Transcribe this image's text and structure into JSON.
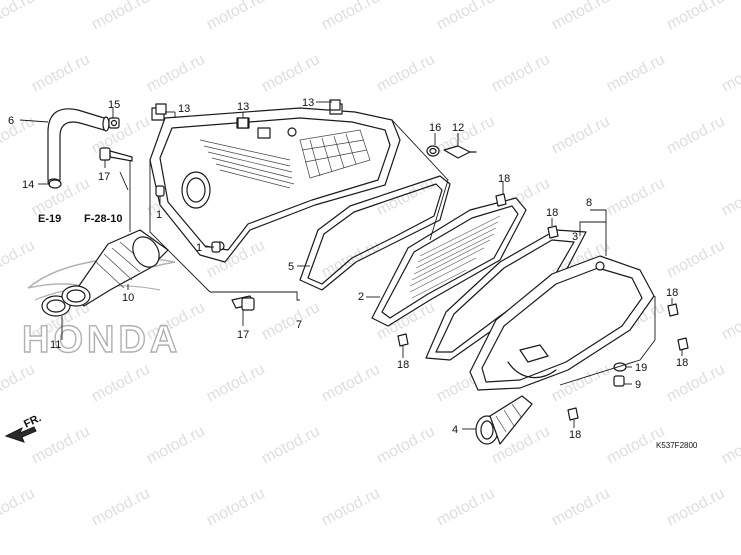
{
  "watermark": {
    "text": "motod.ru"
  },
  "logo": {
    "text": "HONDA"
  },
  "diagram_code": "K537F2800",
  "front_indicator": {
    "label": "FR."
  },
  "references": {
    "e19": "E-19",
    "f2810": "F-28-10"
  },
  "callouts": {
    "c1": "1",
    "c1b": "1",
    "c2": "2",
    "c3": "3",
    "c4": "4",
    "c5": "5",
    "c6": "6",
    "c7": "7",
    "c8": "8",
    "c9": "9",
    "c10": "10",
    "c11": "11",
    "c12": "12",
    "c13a": "13",
    "c13b": "13",
    "c13c": "13",
    "c14": "14",
    "c15": "15",
    "c16": "16",
    "c17a": "17",
    "c17b": "17",
    "c18a": "18",
    "c18b": "18",
    "c18c": "18",
    "c18d": "18",
    "c18e": "18",
    "c18f": "18",
    "c19": "19"
  }
}
